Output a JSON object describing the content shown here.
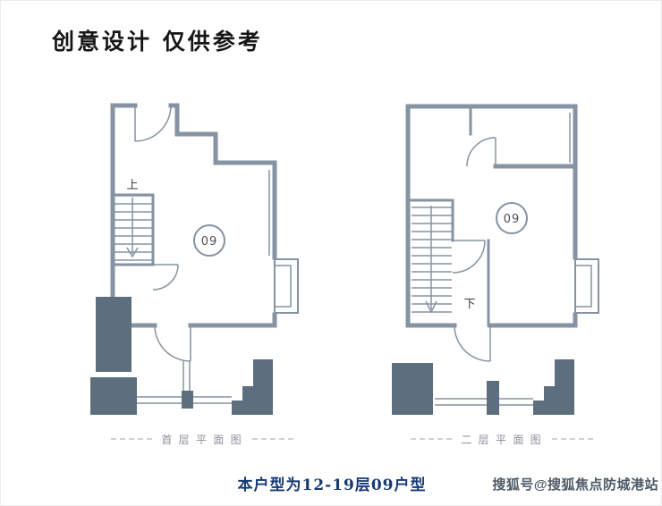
{
  "header": {
    "title": "创意设计 仅供参考"
  },
  "plans": {
    "first": {
      "caption": "首 层 平 面 图",
      "unit_number": "09",
      "stair_label": "上"
    },
    "second": {
      "caption": "二 层 平 面 图",
      "unit_number": "09",
      "stair_label": "下"
    }
  },
  "footer": {
    "note": "本户型为12-19层09户型",
    "watermark": "搜狐号@搜狐焦点防城港站"
  },
  "colors": {
    "wall": "#8593a2",
    "wall_dark": "#5d6e7e",
    "note_text": "#163a74",
    "caption_text": "#8a9099",
    "watermark_text": "#4d5a66"
  }
}
